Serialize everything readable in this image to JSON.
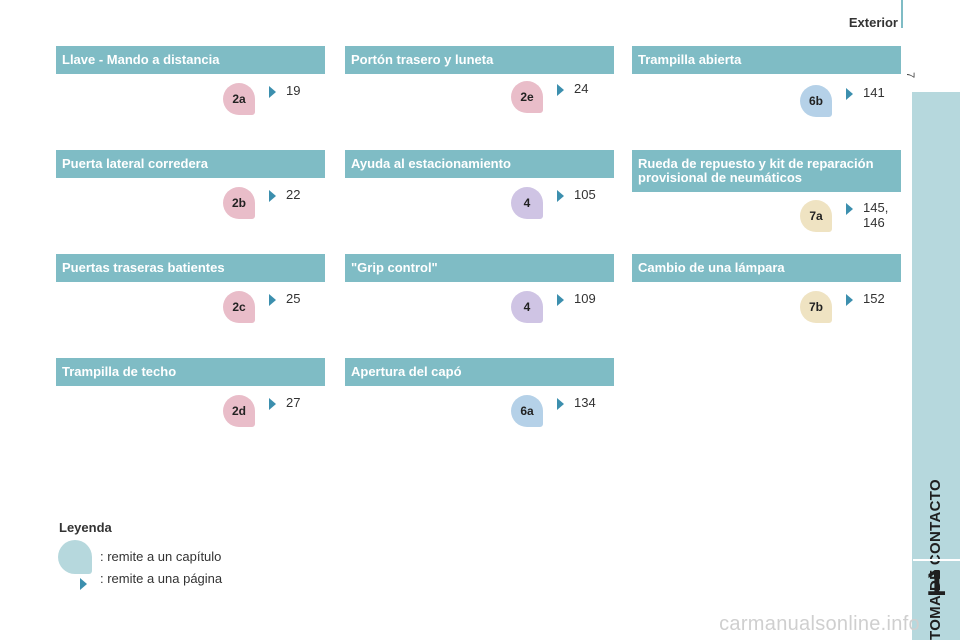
{
  "header": {
    "title": "Exterior",
    "page_number": "7"
  },
  "sidebar": {
    "text": "TOMA DE CONTACTO",
    "chapter": "1"
  },
  "colors": {
    "bar": "#7fbcc5",
    "sidebar": "#b6d8dd",
    "arrow": "#3c8fae",
    "badge_pink": "#e9bdc9",
    "badge_blue": "#b5d1e8",
    "badge_lavender": "#cfc4e4",
    "badge_cream": "#efe3c2"
  },
  "sections": [
    {
      "title": "Llave - Mando a distancia",
      "badge": "2a",
      "page": "19"
    },
    {
      "title": "Puerta lateral corredera",
      "badge": "2b",
      "page": "22"
    },
    {
      "title": "Puertas traseras batientes",
      "badge": "2c",
      "page": "25"
    },
    {
      "title": "Trampilla de techo",
      "badge": "2d",
      "page": "27"
    },
    {
      "title": "Portón trasero y luneta",
      "badge": "2e",
      "page": "24"
    },
    {
      "title": "Ayuda al estacionamiento",
      "badge": "4",
      "page": "105"
    },
    {
      "title": "\"Grip control\"",
      "badge": "4",
      "page": "109"
    },
    {
      "title": "Apertura del capó",
      "badge": "6a",
      "page": "134"
    },
    {
      "title": "Trampilla abierta",
      "badge": "6b",
      "page": "141"
    },
    {
      "title_line1": "Rueda de repuesto y kit de reparación",
      "title_line2": "provisional de neumáticos",
      "badge": "7a",
      "page_line1": "145,",
      "page_line2": "146"
    },
    {
      "title": "Cambio de una lámpara",
      "badge": "7b",
      "page": "152"
    }
  ],
  "legend": {
    "title": "Leyenda",
    "chapter_text": ": remite a un capítulo",
    "page_text": ": remite a una página"
  },
  "watermark": "carmanualsonline.info"
}
